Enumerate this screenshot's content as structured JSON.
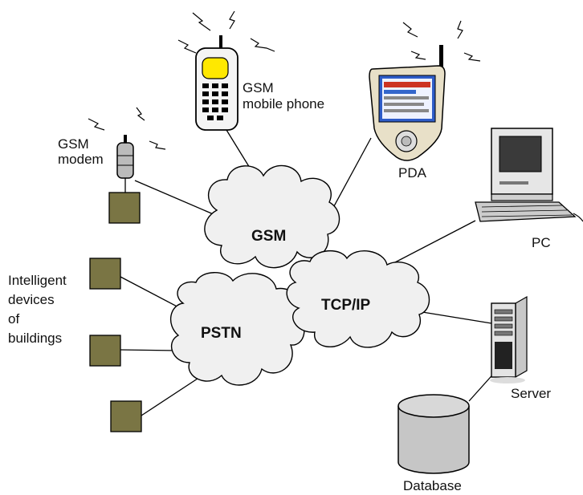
{
  "nodes": {
    "gsm_modem": {
      "label_line1": "GSM",
      "label_line2": "modem"
    },
    "gsm_phone": {
      "label_line1": "GSM",
      "label_line2": "mobile phone"
    },
    "pda": {
      "label": "PDA"
    },
    "pc": {
      "label": "PC"
    },
    "intelligent_devices": {
      "lines": [
        "Intelligent",
        "devices",
        "of",
        "buildings"
      ]
    },
    "server": {
      "label": "Server"
    },
    "database": {
      "label": "Database"
    }
  },
  "clouds": {
    "gsm": {
      "label": "GSM"
    },
    "pstn": {
      "label": "PSTN"
    },
    "tcpip": {
      "label": "TCP/IP"
    }
  },
  "colors": {
    "cloud_fill": "#f0f0f0",
    "device_box": "#7a7544",
    "phone_screen": "#ffe800",
    "db_fill": "#c6c6c6",
    "line": "#000000"
  },
  "icons": [
    "antenna-signal-icon",
    "mobile-phone-icon",
    "gsm-modem-icon",
    "pda-icon",
    "pc-icon",
    "server-icon",
    "database-icon"
  ]
}
